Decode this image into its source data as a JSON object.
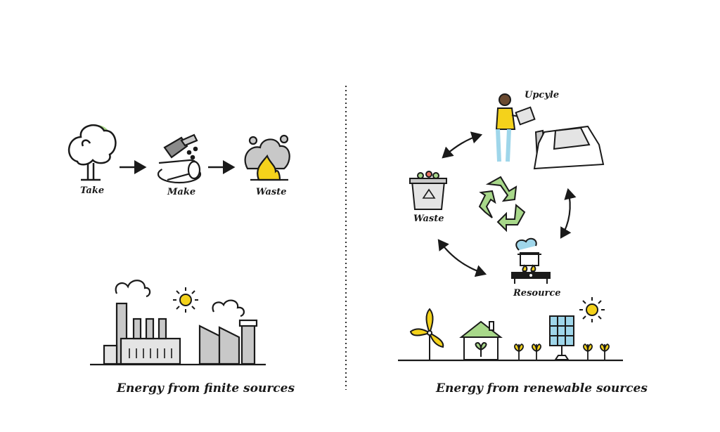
{
  "linear": {
    "take": "Take",
    "make": "Make",
    "waste": "Waste",
    "caption": "Energy from finite sources"
  },
  "circular": {
    "upcycle": "Upcyle",
    "waste": "Waste",
    "resource": "Resource",
    "caption": "Energy from renewable sources"
  },
  "colors": {
    "accent_green": "#a8d88a",
    "accent_yellow": "#f4d21b",
    "line": "#1a1a1a",
    "grey": "#c8c8c8",
    "blue": "#9fd6ea"
  },
  "icons": [
    "tree-icon",
    "axe-log-icon",
    "fire-smoke-icon",
    "factory-icon",
    "sun-icon",
    "recycle-icon",
    "recycling-bin-icon",
    "person-upcycle-icon",
    "stove-pot-icon",
    "wind-turbine-icon",
    "house-icon",
    "sprout-icon",
    "solar-panel-icon"
  ]
}
